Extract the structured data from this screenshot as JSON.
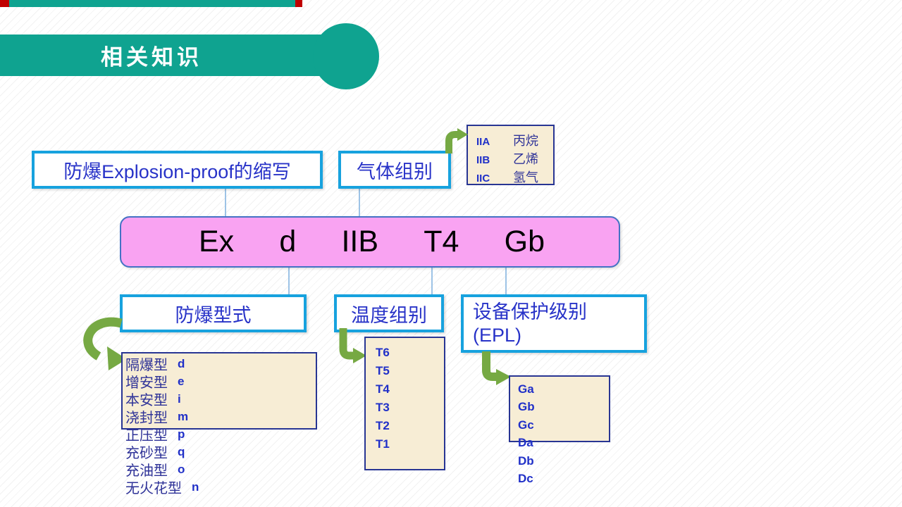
{
  "header": {
    "title": "相关知识"
  },
  "colors": {
    "teal": "#0FA390",
    "accent_red": "#C00000",
    "cyan_border": "#17A2DE",
    "blue_text": "#2833C8",
    "navy_border": "#283593",
    "serif_navy_text": "#2F3398",
    "pink_fill": "#F9A3F2",
    "pink_border": "#4472C4",
    "tan_fill": "#F7EDD5",
    "arrow_green": "#76A943",
    "connector_blue": "#9DC3E6",
    "marking_text": "#000000"
  },
  "labels": {
    "abbr": "防爆Explosion-proof的缩写",
    "gas_group": "气体组别",
    "protection_type": "防爆型式",
    "temperature_group": "温度组别",
    "epl_line1": "设备保护级别",
    "epl_line2": "(EPL)"
  },
  "marking": {
    "tokens": [
      "Ex",
      "d",
      "IIB",
      "T4",
      "Gb"
    ]
  },
  "gas_groups": [
    {
      "code": "IIA",
      "example": "丙烷"
    },
    {
      "code": "IIB",
      "example": "乙烯"
    },
    {
      "code": "IIC",
      "example": "氢气"
    }
  ],
  "protection_types": [
    {
      "name": "隔爆型",
      "code": "d"
    },
    {
      "name": "增安型",
      "code": "e"
    },
    {
      "name": "本安型",
      "code": "i"
    },
    {
      "name": "浇封型",
      "code": "m"
    },
    {
      "name": "正压型",
      "code": "p"
    },
    {
      "name": "充砂型",
      "code": "q"
    },
    {
      "name": "充油型",
      "code": "o"
    },
    {
      "name": "无火花型",
      "code": "n"
    }
  ],
  "temperature_classes": [
    "T6",
    "T5",
    "T4",
    "T3",
    "T2",
    "T1"
  ],
  "epl_levels": [
    "Ga",
    "Gb",
    "Gc",
    "Da",
    "Db",
    "Dc"
  ]
}
